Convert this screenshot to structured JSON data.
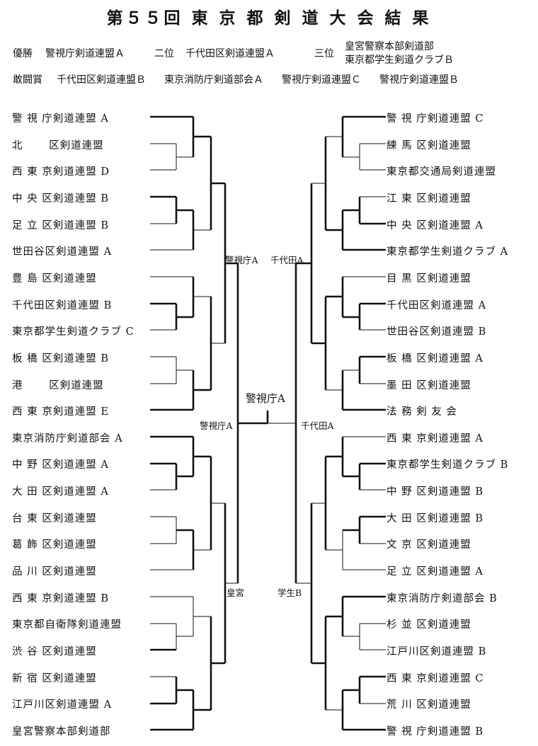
{
  "title": "第５５回 東 京 都 剣 道 大 会 結 果",
  "results": {
    "first_label": "優勝",
    "first_team": "警視庁剣道連盟Ａ",
    "second_label": "二位",
    "second_team": "千代田区剣道連盟Ａ",
    "third_label": "三位",
    "third_teams": [
      "皇宮警察本部剣道部",
      "東京都学生剣道クラブＢ"
    ],
    "fighting_spirit_label": "敢闘賞",
    "fighting_spirit_teams": [
      "千代田区剣道連盟Ｂ",
      "東京消防庁剣道部会Ａ",
      "警視庁剣道連盟Ｃ",
      "警視庁剣道連盟Ｂ"
    ]
  },
  "left_teams": [
    "警 視 庁剣道連盟 A",
    "北　　 区剣道連盟",
    "西 東 京剣道連盟 D",
    "中 央 区剣道連盟 B",
    "足 立 区剣道連盟 B",
    "世田谷区剣道連盟 A",
    "豊 島 区剣道連盟",
    "千代田区剣道連盟 B",
    "東京都学生剣道クラブ C",
    "板 橋 区剣道連盟 B",
    "港　　 区剣道連盟",
    "西 東 京剣道連盟 E",
    "東京消防庁剣道部会 A",
    "中 野 区剣道連盟 A",
    "大 田 区剣道連盟 A",
    "台 東 区剣道連盟",
    "葛 飾 区剣道連盟",
    "品 川 区剣道連盟",
    "西 東 京剣道連盟 B",
    "東京都自衛隊剣道連盟",
    "渋 谷 区剣道連盟",
    "新 宿 区剣道連盟",
    "江戸川区剣道連盟 A",
    "皇宮警察本部剣道部"
  ],
  "right_teams": [
    "警 視 庁剣道連盟 C",
    "練 馬 区剣道連盟",
    "東京都交通局剣道連盟",
    "江 東 区剣道連盟",
    "中 央 区剣道連盟 A",
    "東京都学生剣道クラブ A",
    "目 黒 区剣道連盟",
    "千代田区剣道連盟 A",
    "世田谷区剣道連盟 B",
    "板 橋 区剣道連盟 A",
    "墨 田 区剣道連盟",
    "法 務 剣 友 会",
    "西 東 京剣道連盟 A",
    "東京都学生剣道クラブ B",
    "中 野 区剣道連盟 B",
    "大 田 区剣道連盟 B",
    "文 京 区剣道連盟",
    "足 立 区剣道連盟 A",
    "東京消防庁剣道部会 B",
    "杉 並 区剣道連盟",
    "江戸川区剣道連盟 B",
    "西 東 京剣道連盟 C",
    "荒 川 区剣道連盟",
    "警 視 庁剣道連盟 B"
  ],
  "bracket_labels": {
    "left_upper_winner": "警視庁A",
    "right_upper_winner": "千代田A",
    "left_semi_winner": "警視庁A",
    "right_semi_winner": "千代田A",
    "left_lower_winner": "皇宮",
    "right_lower_winner": "学生B",
    "champion": "警視庁A"
  }
}
